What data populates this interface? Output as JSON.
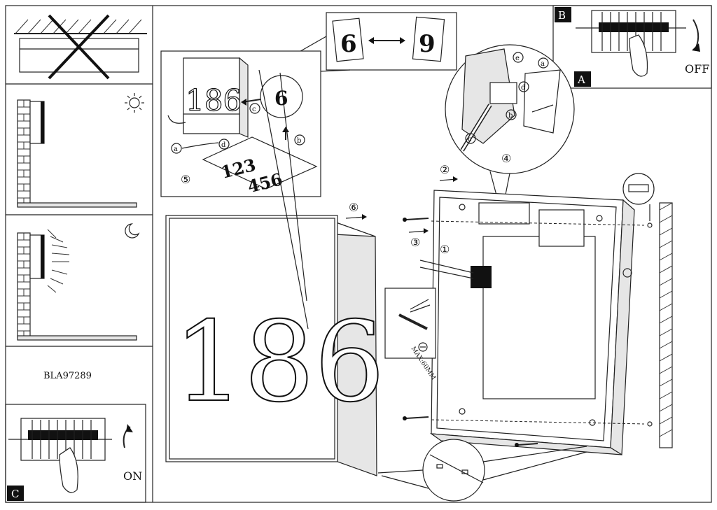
{
  "model_code": "BLA97289",
  "house_number": "186",
  "number_sheet": [
    "123",
    "456"
  ],
  "swap_digits": [
    "6",
    "9"
  ],
  "switch_labels": {
    "off": "OFF",
    "on": "ON"
  },
  "panel_letters": {
    "a": "A",
    "b": "B",
    "c": "C"
  },
  "step_numbers": [
    "①",
    "②",
    "③",
    "④",
    "⑤",
    "⑥"
  ],
  "callout_letters": [
    "a",
    "b",
    "c",
    "d",
    "e"
  ],
  "cable_strip_note": "MAX:60MM"
}
